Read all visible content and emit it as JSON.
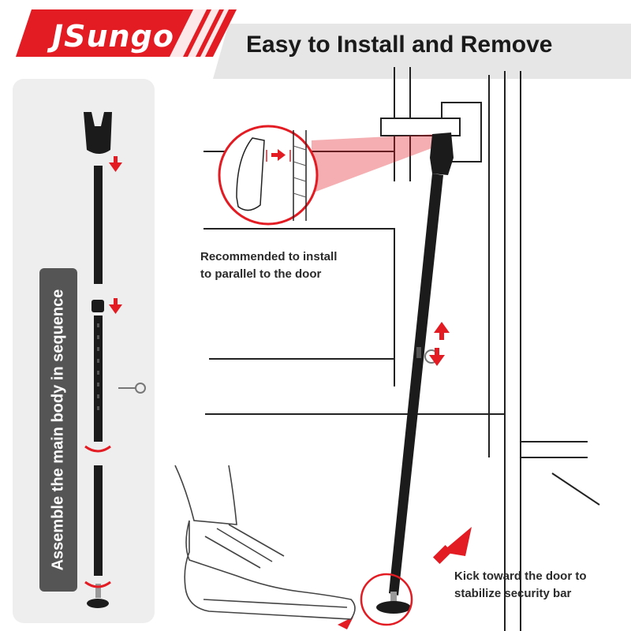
{
  "header": {
    "brand": "JSungo",
    "title": "Easy to Install and Remove"
  },
  "left_panel": {
    "label": "Assemble the main body in sequence"
  },
  "captions": {
    "install_line1": "Recommended to install",
    "install_line2": "to parallel to the door",
    "kick_line1": "Kick  toward the door to",
    "kick_line2": "stabilize security bar"
  },
  "colors": {
    "brand_red": "#e31b23",
    "bar_black": "#1b1b1b",
    "panel_gray": "#eeeeee",
    "label_gray": "#555555"
  },
  "icons": [
    "arrow-down-icon",
    "arrow-up-down-icon",
    "arrow-diagonal-icon",
    "rotate-arrow-icon"
  ]
}
